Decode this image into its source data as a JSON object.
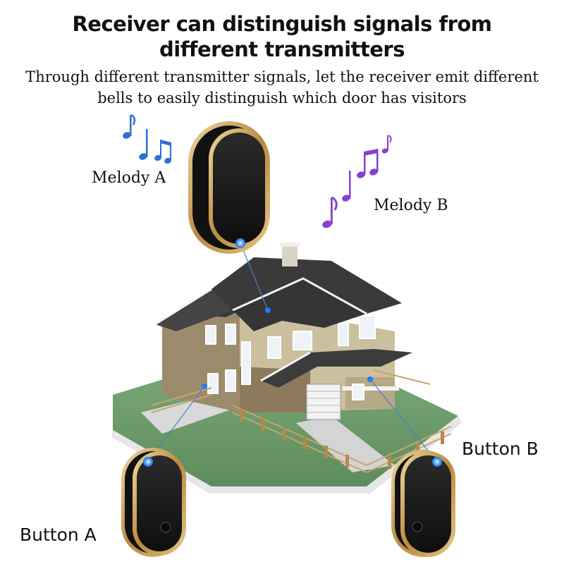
{
  "title": {
    "line1": "Receiver can distinguish signals from",
    "line2": "different transmitters"
  },
  "subtitle": {
    "line1": "Through different transmitter signals, let the receiver emit different",
    "line2": "bells to easily distinguish which door has visitors"
  },
  "labels": {
    "melody_a": "Melody A",
    "melody_b": "Melody B",
    "button_a": "Button A",
    "button_b": "Button B"
  },
  "colors": {
    "note_blue": "#2f6fd6",
    "note_purple": "#8a3fd1",
    "gold_rim": "#c9a45c",
    "device_black": "#151515",
    "led_blue": "#1e7bff",
    "lawn": "#6b9a6a",
    "roof": "#3a3a3a"
  },
  "icons": [
    "music-note-icon",
    "doorbell-receiver",
    "doorbell-button",
    "house-illustration"
  ]
}
